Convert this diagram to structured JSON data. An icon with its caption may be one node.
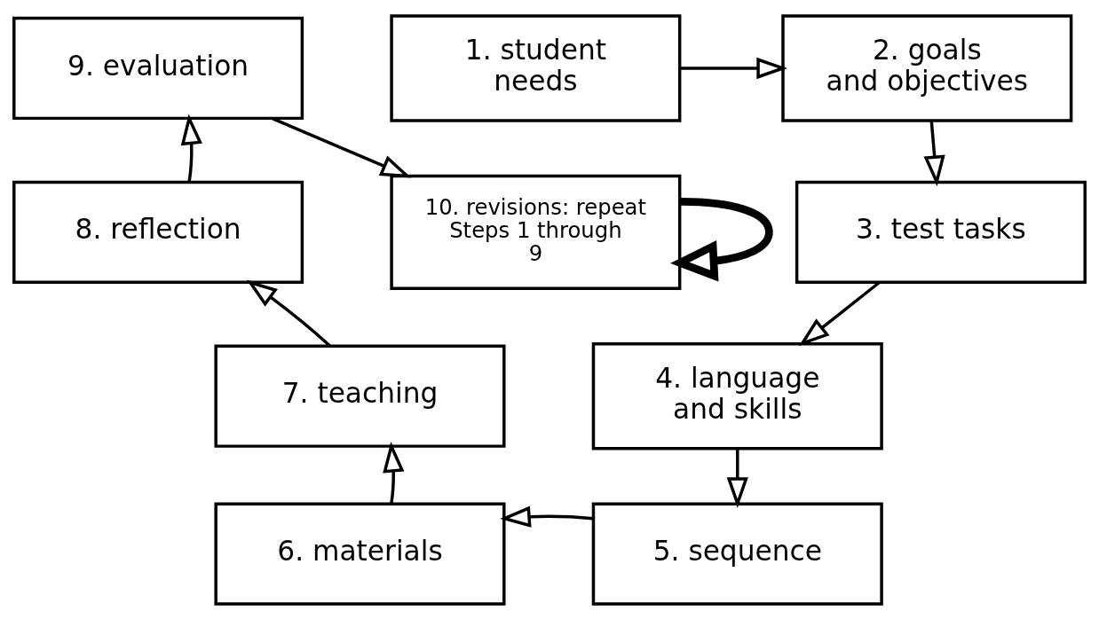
{
  "diagram": {
    "nodes": [
      {
        "text": [
          "1. student needs"
        ]
      },
      {
        "text": [
          "2. goals and objectives"
        ]
      },
      {
        "text": [
          "3. test tasks"
        ]
      },
      {
        "text": [
          "4. language and skills"
        ]
      },
      {
        "text": [
          "5. sequence"
        ]
      },
      {
        "text": [
          "6. materials"
        ]
      },
      {
        "text": [
          "7. teaching"
        ]
      },
      {
        "text": [
          "8. reflection"
        ]
      },
      {
        "text": [
          "9. evaluation"
        ]
      },
      {
        "text": [
          "10. revisions: repeat Steps 1 through 9"
        ]
      }
    ],
    "edges": [
      {
        "from": 0,
        "to": 1,
        "arrow": "to"
      },
      {
        "from": 1,
        "to": 2,
        "arrow": "to"
      },
      {
        "from": 2,
        "to": 3,
        "arrow": "to"
      },
      {
        "from": 3,
        "to": 4,
        "arrow": "to"
      },
      {
        "from": 4,
        "to": 5,
        "arrow": "to"
      },
      {
        "from": 5,
        "to": 6,
        "arrow": "to"
      },
      {
        "from": 6,
        "to": 7,
        "arrow": "to"
      },
      {
        "from": 7,
        "to": 8,
        "arrow": "to"
      },
      {
        "from": 8,
        "to": 9,
        "arrow": "to"
      },
      {
        "from": 9,
        "to": 9,
        "arrow": "to",
        "style": "thick"
      }
    ]
  }
}
